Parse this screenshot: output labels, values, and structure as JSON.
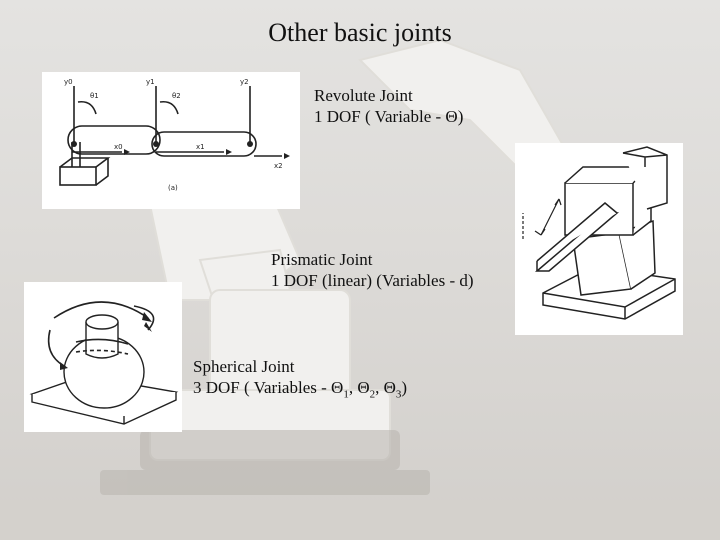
{
  "slide": {
    "title": "Other basic joints",
    "revolute": {
      "name": "Revolute Joint",
      "dof_prefix": "1 DOF ( Variable - ",
      "symbol": "Θ",
      "dof_suffix": ")"
    },
    "prismatic": {
      "name": "Prismatic Joint",
      "dof": "1 DOF (linear) (Variables - d)"
    },
    "spherical": {
      "name": "Spherical Joint",
      "dof_prefix": "3 DOF ( Variables - ",
      "symbol": "Θ",
      "sub1": "1",
      "sep1": ", ",
      "sub2": "2",
      "sep2": ", ",
      "sub3": "3",
      "dof_suffix": ")"
    },
    "revolute_figure": {
      "axis_y0": "y0",
      "axis_y1": "y1",
      "axis_y2": "y2",
      "theta1": "θ1",
      "theta2": "θ2",
      "axis_x0": "x0",
      "axis_x1": "x1",
      "axis_x2": "x2",
      "caption": "(a)"
    }
  }
}
